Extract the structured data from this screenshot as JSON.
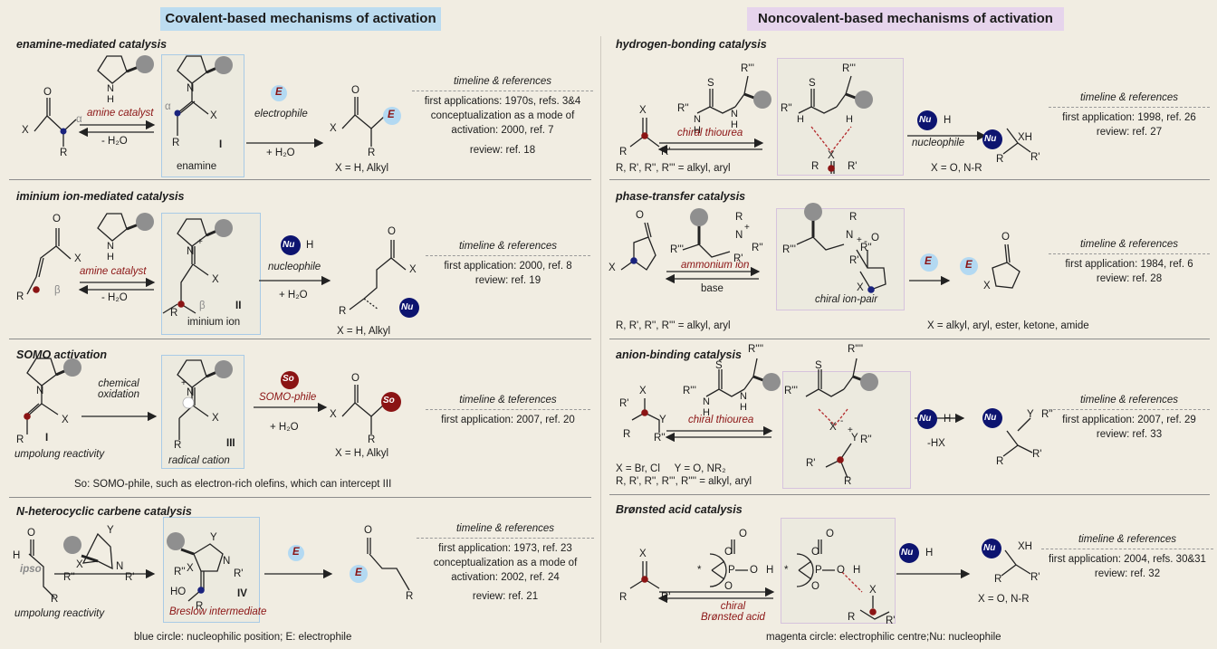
{
  "headers": {
    "covalent": "Covalent-based mechanisms of activation",
    "noncovalent": "Noncovalent-based mechanisms of activation"
  },
  "enamine": {
    "title": "enamine-mediated catalysis",
    "catalyst": "amine catalyst",
    "minus_water": "- H₂O",
    "label_I": "I",
    "label_enamine": "enamine",
    "electrophile": "electrophile",
    "plus_water": "+ H₂O",
    "x_def": "X = H, Alkyl",
    "tl_head": "timeline & references",
    "tl_1": "first applications: 1970s, refs. 3&4",
    "tl_2": "conceptualization as a mode of",
    "tl_3": "activation: 2000, ref. 7",
    "tl_4": "review: ref. 18"
  },
  "iminium": {
    "title": "iminium ion-mediated catalysis",
    "catalyst": "amine catalyst",
    "minus_water": "- H₂O",
    "label_II": "II",
    "label_ion": "iminium ion",
    "nucleophile": "nucleophile",
    "plus_water": "+ H₂O",
    "x_def": "X = H, Alkyl",
    "tl_head": "timeline & references",
    "tl_1": "first application: 2000, ref. 8",
    "tl_2": "review: ref. 19"
  },
  "somo": {
    "title": "SOMO activation",
    "oxidation_1": "chemical",
    "oxidation_2": "oxidation",
    "label_I": "I",
    "label_III": "III",
    "radical": "radical cation",
    "somophile": "SOMO-phile",
    "plus_water": "+ H₂O",
    "x_def": "X = H, Alkyl",
    "umpolung": "umpolung reactivity",
    "tl_head": "timeline & teferences",
    "tl_1": "first application: 2007, ref. 20",
    "note": "So: SOMO-phile, such as electron-rich olefins, which can intercept III"
  },
  "nhc": {
    "title": "N-heterocyclic carbene catalysis",
    "ipso": "ipso",
    "umpolung": "umpolung reactivity",
    "breslow": "Breslow intermediate",
    "label_IV": "IV",
    "tl_head": "timeline & references",
    "tl_1": "first application: 1973, ref. 23",
    "tl_2": "conceptualization as a mode of",
    "tl_3": "activation: 2002, ref. 24",
    "tl_4": "review: ref. 21",
    "caption": "blue circle: nucleophilic position; E: electrophile"
  },
  "hbond": {
    "title": "hydrogen-bonding catalysis",
    "catalyst": "chiral thiourea",
    "nucleophile": "nucleophile",
    "r_def": "R, R', R'', R''' = alkyl, aryl",
    "x_def": "X = O, N-R",
    "tl_head": "timeline & references",
    "tl_1": "first application: 1998, ref. 26",
    "tl_2": "review: ref. 27"
  },
  "ptc": {
    "title": "phase-transfer catalysis",
    "catalyst": "ammonium ion",
    "base": "base",
    "ion_pair": "chiral ion-pair",
    "r_def": "R, R', R'', R''' = alkyl, aryl",
    "x_def": "X = alkyl, aryl, ester, ketone, amide",
    "tl_head": "timeline & references",
    "tl_1": "first application: 1984, ref. 6",
    "tl_2": "review: ref. 28"
  },
  "anion": {
    "title": "anion-binding catalysis",
    "catalyst": "chiral thiourea",
    "minus_hx": "-HX",
    "def_1": "X = Br, Cl     Y = O, NR₂",
    "def_2": "R, R', R'', R''', R'''' = alkyl, aryl",
    "tl_head": "timeline & references",
    "tl_1": "first application: 2007, ref. 29",
    "tl_2": "review: ref. 33"
  },
  "bronsted": {
    "title": "Brønsted acid catalysis",
    "catalyst_1": "chiral",
    "catalyst_2": "Brønsted acid",
    "x_def": "X = O, N-R",
    "tl_head": "timeline & references",
    "tl_1": "first application: 2004, refs. 30&31",
    "tl_2": "review: ref. 32",
    "caption": "magenta circle: electrophilic centre;Nu: nucleophile"
  },
  "symbols": {
    "E": "E",
    "Nu": "Nu",
    "So": "So",
    "H": "H",
    "N": "N",
    "O": "O",
    "S": "S",
    "X": "X",
    "Y": "Y",
    "P": "P",
    "R": "R",
    "R1": "R'",
    "R2": "R''",
    "R3": "R'''",
    "R4": "R''''",
    "XH": "XH",
    "HO": "HO",
    "alpha": "α",
    "beta": "β",
    "plus": "+",
    "minus": "-",
    "star": "*"
  },
  "colors": {
    "background": "#f1ede2",
    "covalent_header": "#bcdcf0",
    "noncovalent_header": "#e6d4ec",
    "nucleophile_dot": "#1a237e",
    "electrophile_dot": "#8b1414",
    "catalyst_ball": "#8f8f8f",
    "electrophile_badge": "#b3d9f2",
    "nucleophile_badge": "#0d1470",
    "somophile_badge": "#8b1414",
    "label_red": "#8b1414"
  }
}
